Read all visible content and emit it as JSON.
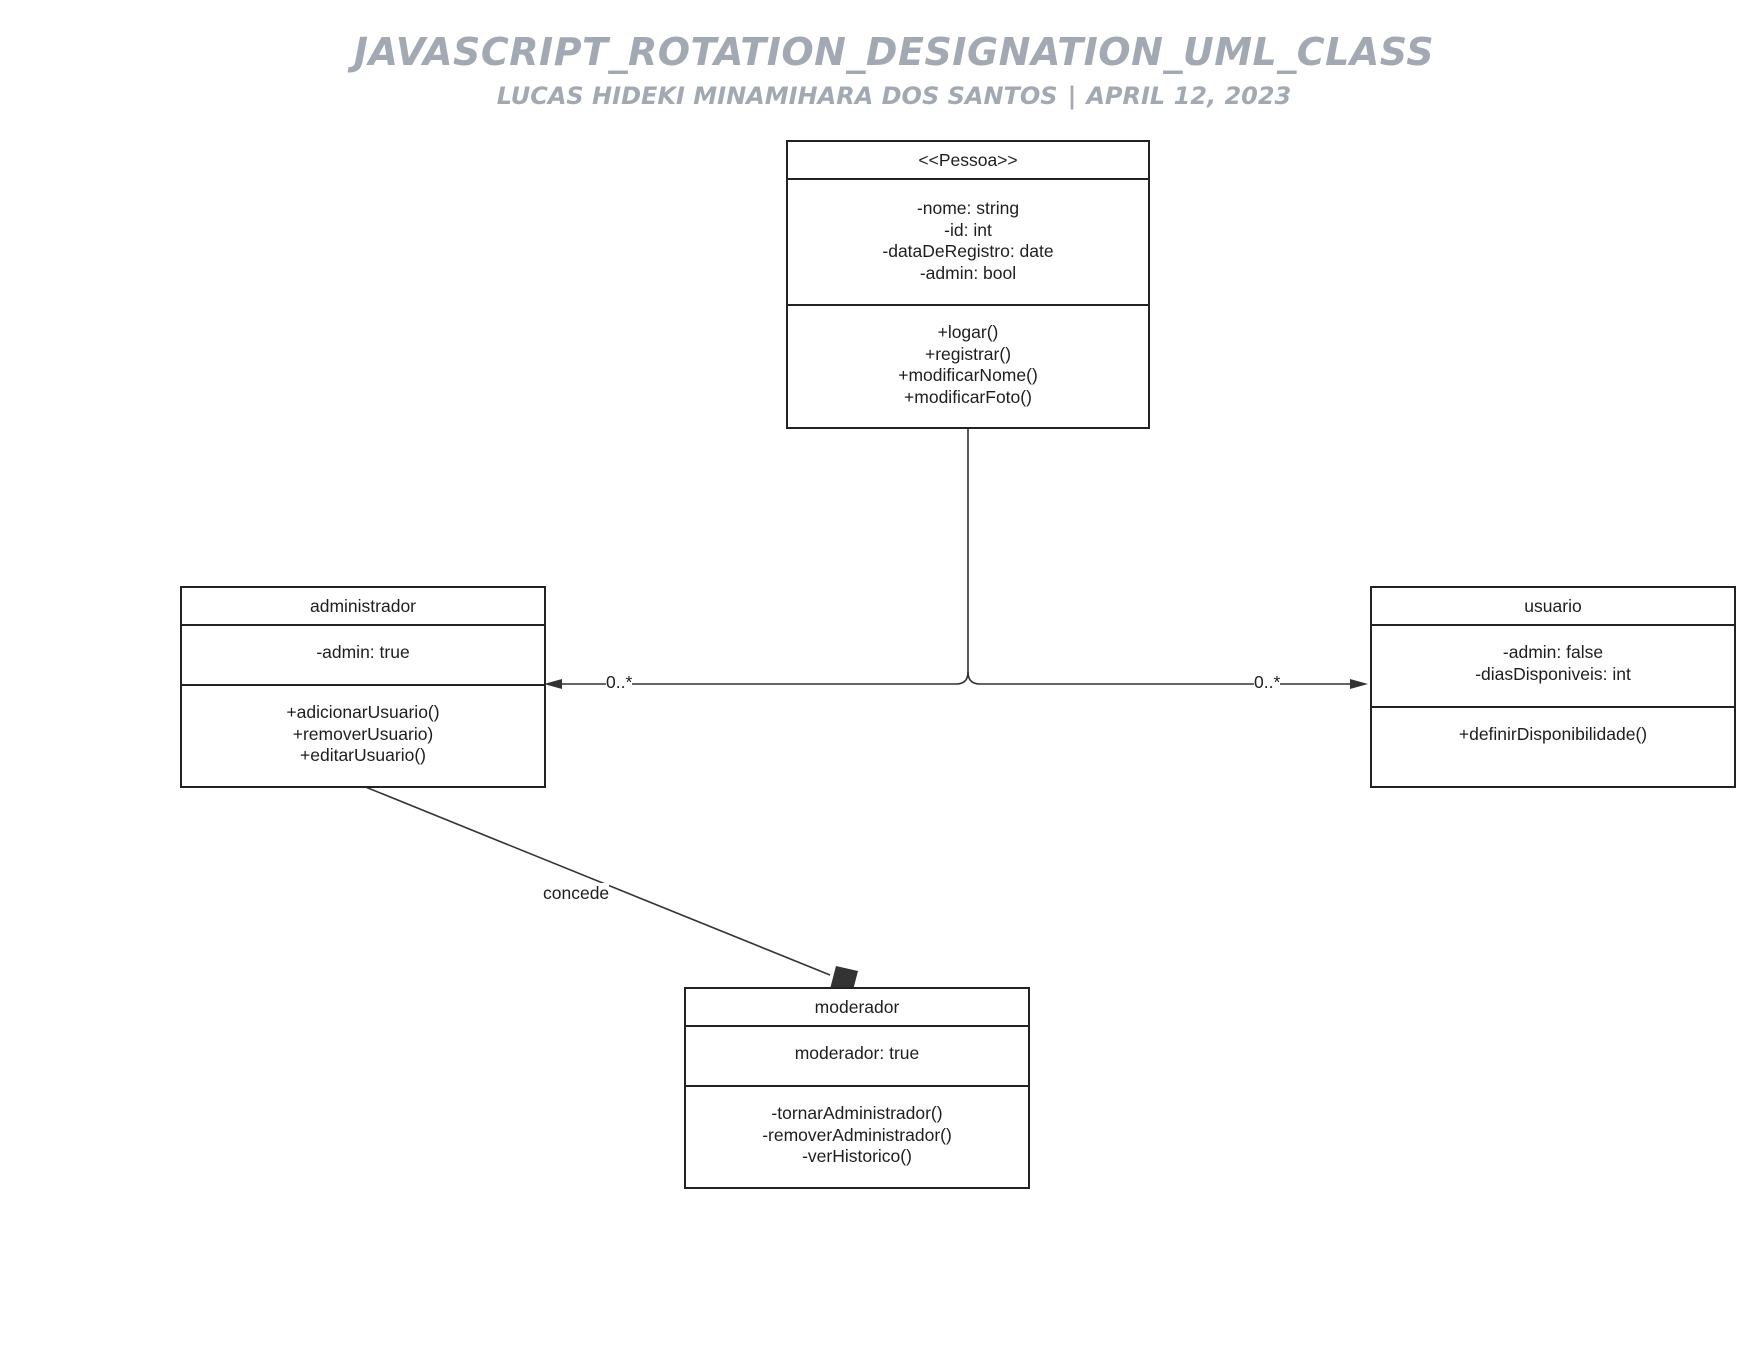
{
  "header": {
    "title": "JAVASCRIPT_ROTATION_DESIGNATION_UML_CLASS",
    "author": "LUCAS HIDEKI MINAMIHARA DOS SANTOS",
    "separator": "|",
    "date": "APRIL 12, 2023"
  },
  "classes": {
    "pessoa": {
      "name": "<<Pessoa>>",
      "attributes": [
        "-nome: string",
        "-id: int",
        "-dataDeRegistro: date",
        "-admin: bool"
      ],
      "methods": [
        "+logar()",
        "+registrar()",
        "+modificarNome()",
        "+modificarFoto()"
      ]
    },
    "administrador": {
      "name": "administrador",
      "attributes": [
        "-admin: true"
      ],
      "methods": [
        "+adicionarUsuario()",
        "+removerUsuario)",
        "+editarUsuario()"
      ]
    },
    "usuario": {
      "name": "usuario",
      "attributes": [
        "-admin: false",
        "-diasDisponiveis: int"
      ],
      "methods": [
        "+definirDisponibilidade()"
      ]
    },
    "moderador": {
      "name": "moderador",
      "attributes": [
        "moderador: true"
      ],
      "methods": [
        "-tornarAdministrador()",
        "-removerAdministrador()",
        "-verHistorico()"
      ]
    }
  },
  "relations": {
    "pessoa_to_administrador": {
      "multiplicity": "0..*"
    },
    "pessoa_to_usuario": {
      "multiplicity": "0..*"
    },
    "administrador_to_moderador": {
      "label": "concede"
    }
  },
  "colors": {
    "title": "#a3a9b2",
    "line": "#222222",
    "text": "#1e1e1e",
    "arrowhead": "#333333"
  }
}
